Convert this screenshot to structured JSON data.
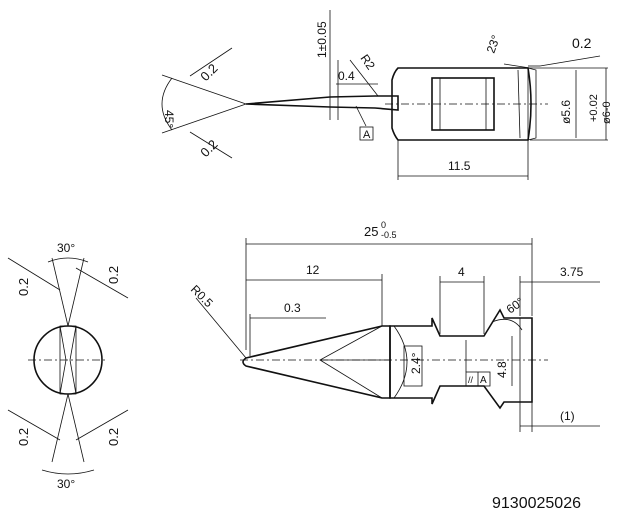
{
  "drawing_number": "9130025026",
  "top_view": {
    "thickness_dim": "1±0.05",
    "radius_tip": "R2",
    "chamfer_04": "0.4",
    "angle_23": "23°",
    "chamfer_right": "0.2",
    "tip_angle": "45°",
    "tip_chamfer_upper": "0.2",
    "tip_chamfer_lower": "0.2",
    "datum_label": "A",
    "diameter": "ø5.6",
    "diameter_tol_upper": "+0.02",
    "diameter_tol_lower": "ø6-0",
    "length_115": "11.5"
  },
  "side_view": {
    "overall_length": "25",
    "overall_tol_upper": "0",
    "overall_tol_lower": "-0.5",
    "length_12": "12",
    "length_4": "4",
    "length_375": "3.75",
    "radius_r05": "R0.5",
    "dim_03": "0.3",
    "angle_60": "60°",
    "angle_24": "2.4°",
    "dim_48": "4.8",
    "ref_1": "(1)",
    "flatness_symbol": "//",
    "flatness_datum": "A"
  },
  "end_view": {
    "angle_top": "30°",
    "angle_bottom": "30°",
    "chamfer_tl": "0.2",
    "chamfer_tr": "0.2",
    "chamfer_bl": "0.2",
    "chamfer_br": "0.2"
  }
}
